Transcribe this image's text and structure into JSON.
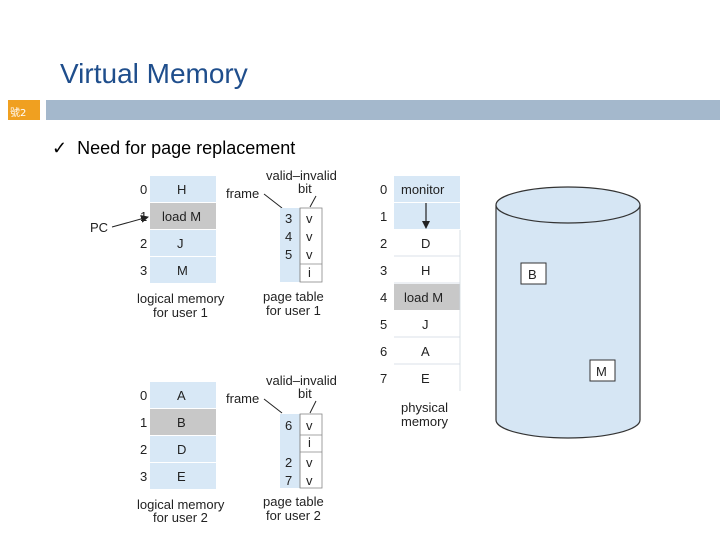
{
  "slide": {
    "title": "Virtual Memory",
    "slide_number": "號2",
    "bullet_icon": "checkmark-icon",
    "bullet_text": "Need for page replacement"
  },
  "user1": {
    "indices": [
      "0",
      "1",
      "2",
      "3"
    ],
    "pages": [
      "H",
      "load M",
      "J",
      "M"
    ],
    "caption_line1": "logical memory",
    "caption_line2": "for user 1",
    "frame_label": "frame",
    "vi_label_line1": "valid–invalid",
    "vi_label_line2": "bit",
    "pt_frames": [
      "3",
      "4",
      "5",
      ""
    ],
    "pt_bits": [
      "v",
      "v",
      "v",
      "i"
    ],
    "pt_caption_line1": "page table",
    "pt_caption_line2": "for user 1",
    "pc_label": "PC"
  },
  "user2": {
    "indices": [
      "0",
      "1",
      "2",
      "3"
    ],
    "pages": [
      "A",
      "B",
      "D",
      "E"
    ],
    "caption_line1": "logical memory",
    "caption_line2": "for user 2",
    "frame_label": "frame",
    "vi_label_line1": "valid–invalid",
    "vi_label_line2": "bit",
    "pt_frames": [
      "6",
      "",
      "2",
      "7"
    ],
    "pt_bits": [
      "v",
      "i",
      "v",
      "v"
    ],
    "pt_caption_line1": "page table",
    "pt_caption_line2": "for user 2"
  },
  "physical": {
    "indices": [
      "0",
      "1",
      "2",
      "3",
      "4",
      "5",
      "6",
      "7"
    ],
    "frames": [
      "monitor",
      "",
      "D",
      "H",
      "load M",
      "J",
      "A",
      "E"
    ],
    "caption_line1": "physical",
    "caption_line2": "memory"
  },
  "disk": {
    "labels": [
      "B",
      "M"
    ]
  },
  "colors": {
    "title": "#1f4e8c",
    "accent_orange": "#f0a020",
    "header_bar": "#a4b8cc",
    "cell_gray": "#c8c8c8",
    "cell_blue": "#d8e8f6",
    "disk_fill": "#d6e6f4"
  }
}
